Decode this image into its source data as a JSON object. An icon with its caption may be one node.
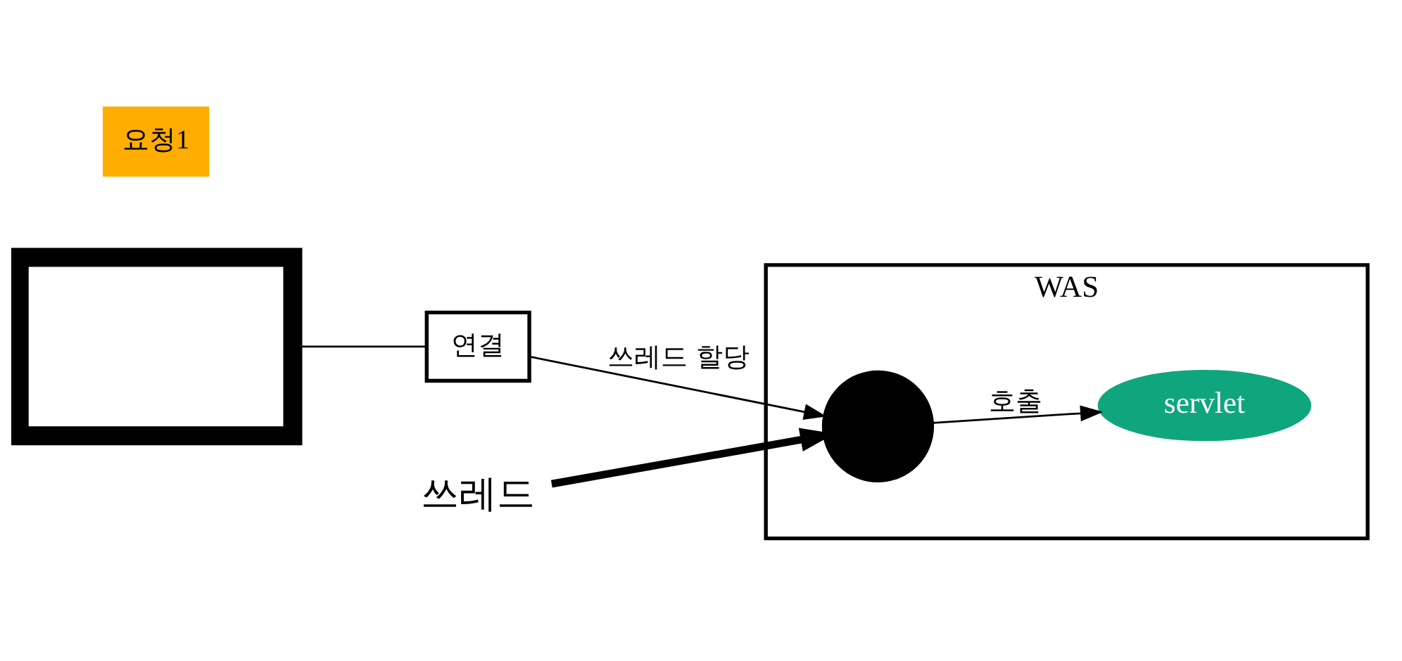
{
  "diagram": {
    "nodes": [
      {
        "text": [
          "WAS"
        ]
      },
      {
        "text": [],
        "shape": "monitor"
      },
      {
        "text": [
          "요청1"
        ]
      },
      {
        "text": [
          "연결"
        ]
      },
      {
        "text": [
          "servlet"
        ],
        "in": 0
      },
      {
        "text": [],
        "shape": "circle",
        "in": 0
      },
      {
        "text": [
          "쓰레드"
        ]
      }
    ],
    "edges": [
      {
        "from": 1,
        "to": 3,
        "arrow": "none"
      },
      {
        "from": 3,
        "to": 5,
        "arrow": "to",
        "label": "쓰레드 할당"
      },
      {
        "from": 5,
        "to": 4,
        "arrow": "to",
        "label": "호출"
      },
      {
        "from": 6,
        "to": 5,
        "arrow": "to",
        "style": "thick"
      }
    ]
  }
}
